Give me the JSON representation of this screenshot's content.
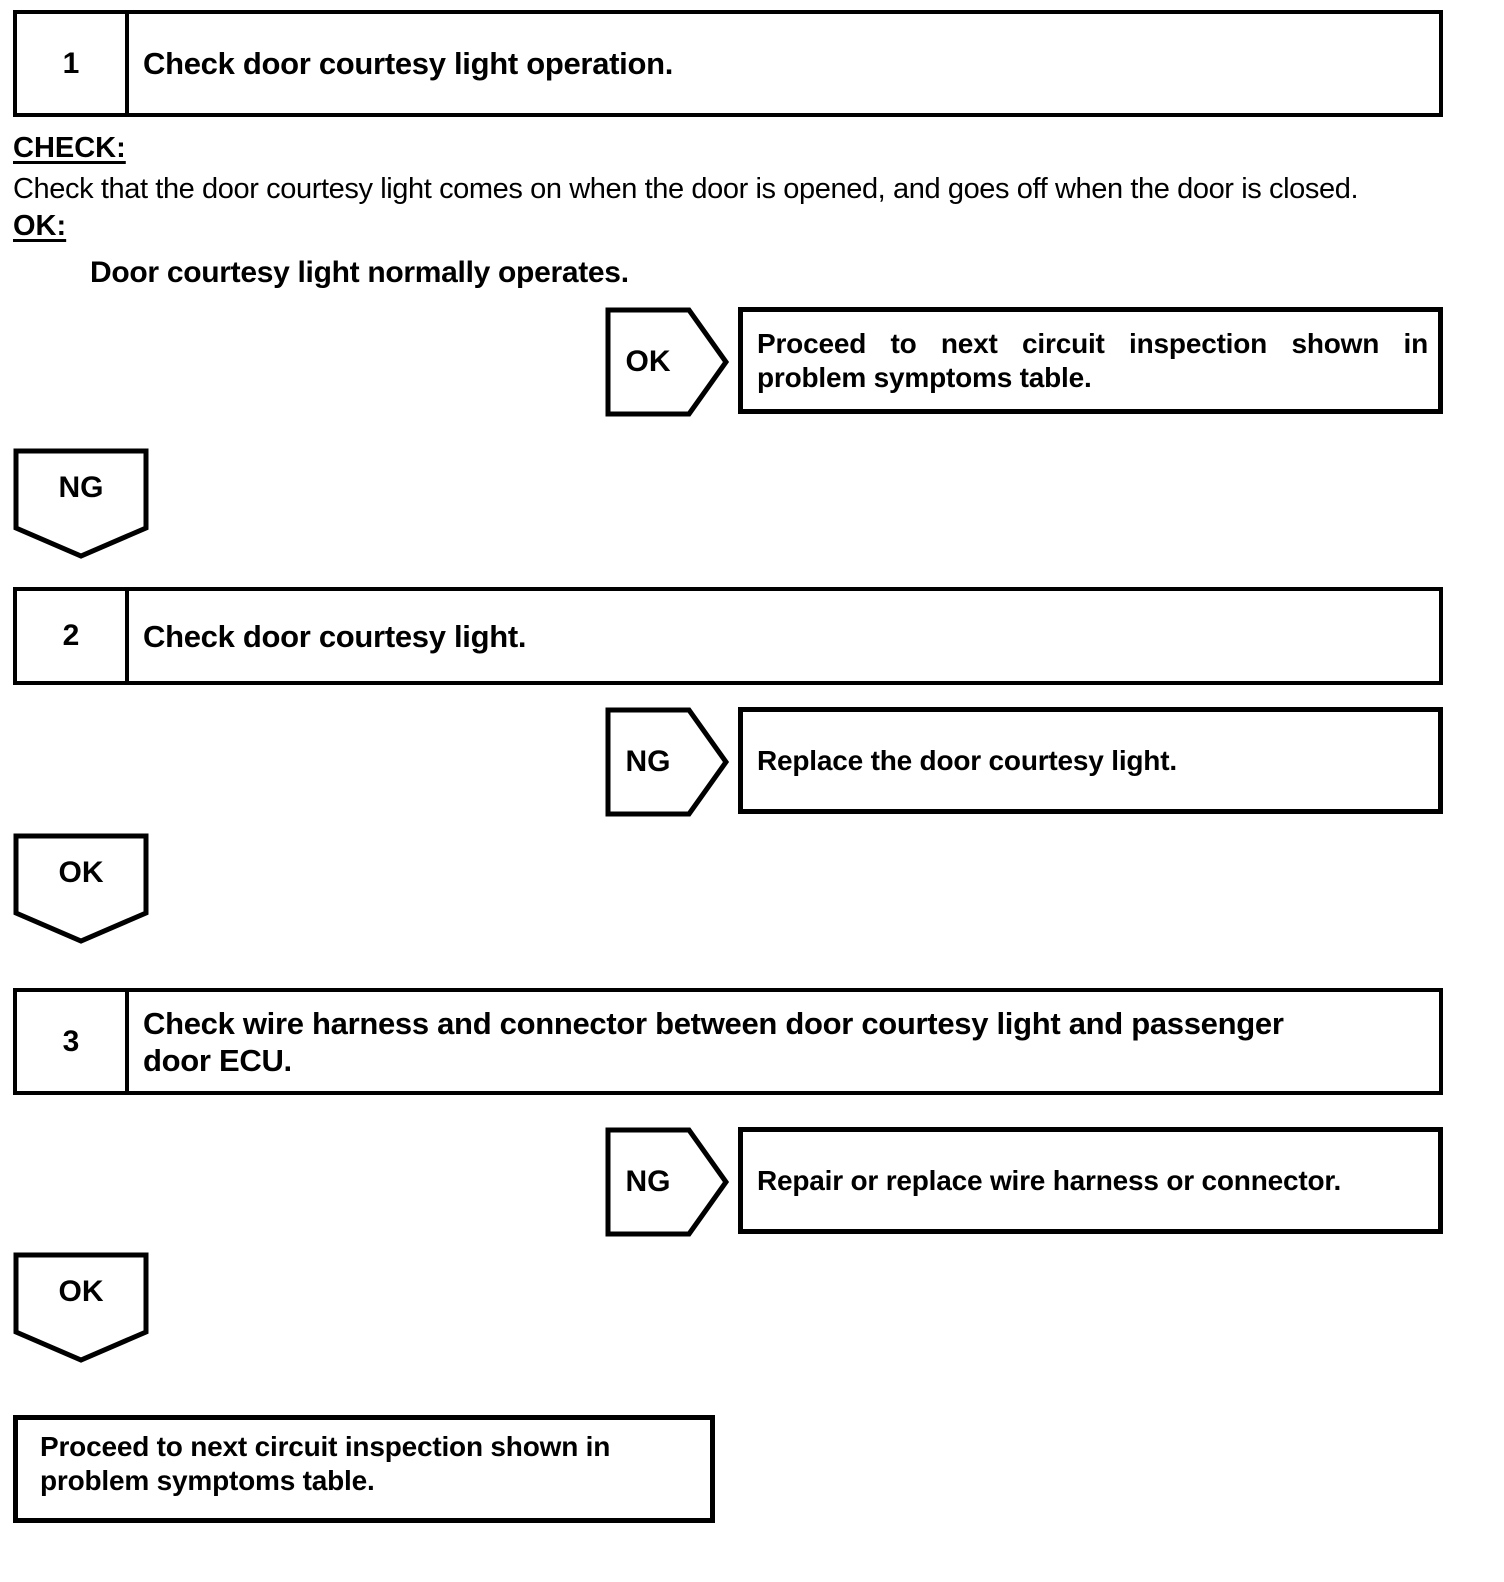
{
  "page": {
    "background": "#ffffff",
    "ink": "#000000"
  },
  "steps": [
    {
      "number": "1",
      "title_line1": "Check door courtesy light operation.",
      "title_line2": ""
    },
    {
      "number": "2",
      "title_line1": "Check door courtesy light.",
      "title_line2": ""
    },
    {
      "number": "3",
      "title_line1": "Check wire harness and connector between door courtesy light and passenger",
      "title_line2": "door ECU."
    }
  ],
  "step1_details": {
    "check_heading": "CHECK:",
    "check_body": "Check that the door courtesy light comes on when the door is opened, and goes off when the door is closed.",
    "ok_heading": "OK:",
    "ok_body": "Door courtesy light normally operates."
  },
  "decision_rows": [
    {
      "badge_label": "OK",
      "box_line1": "Proceed to next circuit inspection shown in",
      "box_line2": "problem symptoms table."
    },
    {
      "badge_label": "NG",
      "box_line1": "Replace the door courtesy light.",
      "box_line2": ""
    },
    {
      "badge_label": "NG",
      "box_line1": "Repair or replace wire harness or connector.",
      "box_line2": ""
    }
  ],
  "flow_connectors": [
    {
      "label": "NG"
    },
    {
      "label": "OK"
    },
    {
      "label": "OK"
    }
  ],
  "terminal_box": {
    "line1": "Proceed to next circuit inspection shown in",
    "line2": "problem symptoms table."
  }
}
